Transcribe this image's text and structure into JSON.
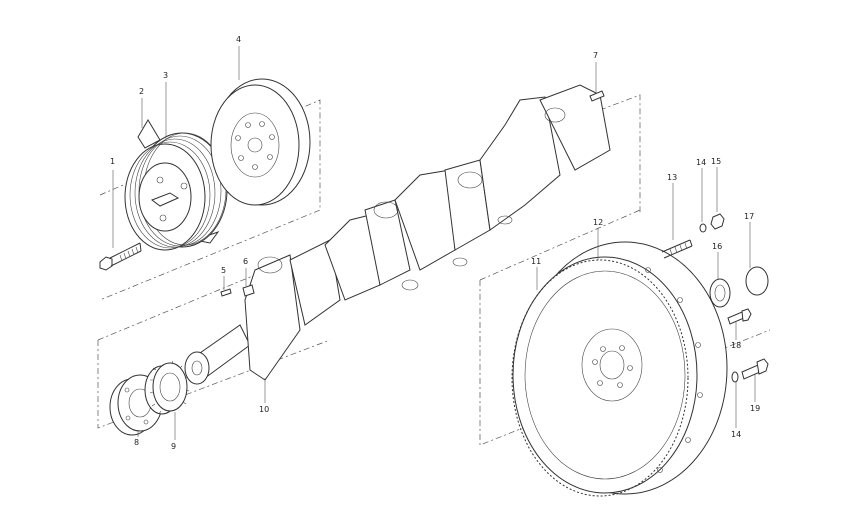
{
  "diagram": {
    "background": "#ffffff",
    "line_color": "#333333",
    "callouts": [
      "1",
      "2",
      "3",
      "4",
      "5",
      "6",
      "7",
      "8",
      "9",
      "10",
      "11",
      "12",
      "13",
      "14",
      "15",
      "16",
      "17",
      "18",
      "14",
      "19"
    ]
  }
}
